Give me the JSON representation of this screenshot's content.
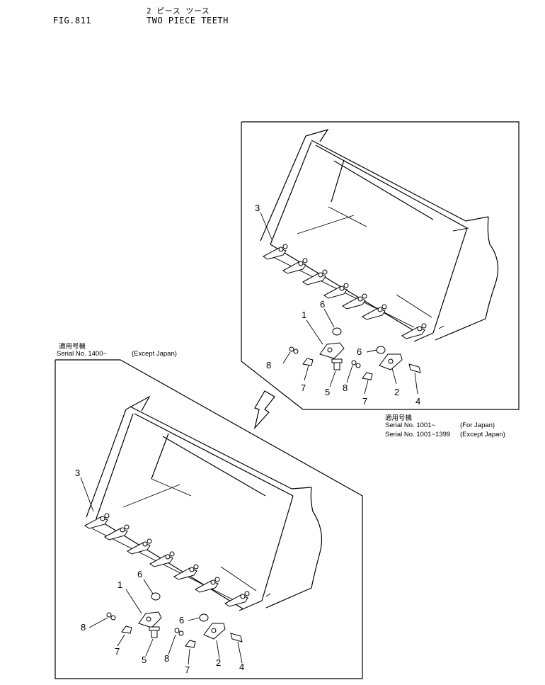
{
  "header": {
    "fig_label": "FIG.811",
    "title_jp": "2 ピース ツース",
    "title_en": "TWO PIECE TEETH"
  },
  "upper_panel": {
    "caption_jp": "適用号機",
    "serial_1": "Serial No. 1001~",
    "note_1": "(For Japan)",
    "serial_2": "Serial No. 1001~1399",
    "note_2": "(Except Japan)",
    "callouts": [
      "1",
      "2",
      "3",
      "4",
      "5",
      "6",
      "6",
      "7",
      "8",
      "8",
      "7"
    ]
  },
  "lower_panel": {
    "caption_jp": "適用号機",
    "serial": "Serial No. 1400~",
    "note": "(Except Japan)",
    "callouts": [
      "1",
      "2",
      "3",
      "4",
      "5",
      "6",
      "6",
      "7",
      "7",
      "8",
      "8"
    ]
  }
}
